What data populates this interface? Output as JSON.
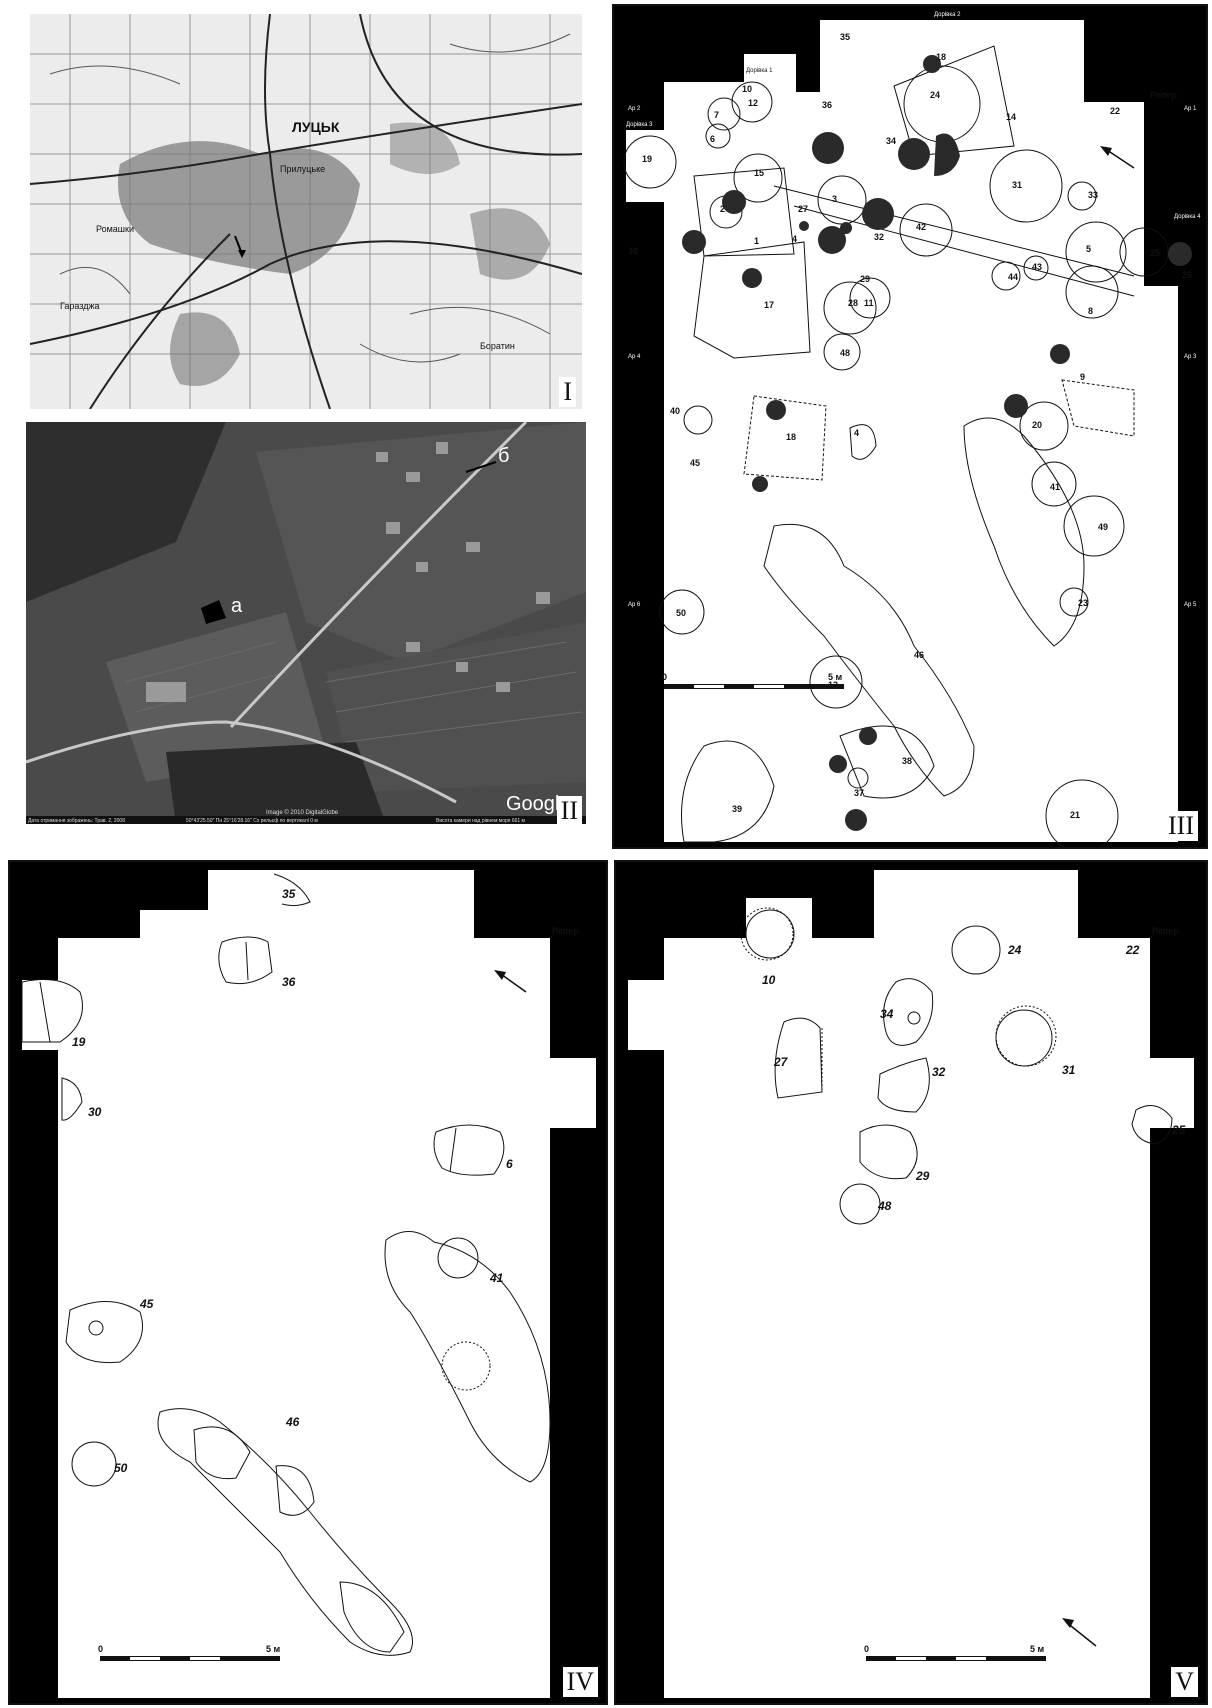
{
  "panels": {
    "p1": {
      "roman": "I",
      "place_label": "ЛУЦЬК",
      "labels": [
        "Ромашки",
        "Прилуцьке",
        "Гаразджа",
        "Боратин"
      ]
    },
    "p2": {
      "roman": "II",
      "label_a": "а",
      "label_b": "б",
      "brand": "Google",
      "footer_left": "Дата отримання зображень: Трав. 2, 2008",
      "footer_coords": "50°43'25.50\" Пн     25°16'28.16\" Сх     рельєф по вертикалі   0 м",
      "footer_right": "Висота камери над рівнем моря   661 м",
      "copyright": "Image © 2010 DigitalGlobe"
    },
    "p3": {
      "roman": "III",
      "scale_zero": "0",
      "scale_five": "5 м",
      "benchmark": "Репер",
      "edge_labels": {
        "top": "Дорівка 2",
        "d1": "Дорівка 1",
        "d3": "Дорівка 3",
        "d4": "Дорівка 4",
        "ar1": "Ар 1",
        "ar2": "Ар 2",
        "ar3": "Ар 3",
        "ar4": "Ар 4",
        "ar5": "Ар 5",
        "ar6": "Ар 6"
      },
      "features": [
        "35",
        "18",
        "36",
        "24",
        "14",
        "22",
        "34",
        "31",
        "33",
        "10",
        "12",
        "7",
        "6",
        "19",
        "15",
        "27",
        "3",
        "42",
        "2",
        "32",
        "5",
        "25",
        "26",
        "30",
        "1",
        "4",
        "43",
        "44",
        "17",
        "29",
        "28",
        "11",
        "8",
        "48",
        "9",
        "20",
        "40",
        "18",
        "45",
        "4",
        "41",
        "49",
        "23",
        "50",
        "46",
        "13",
        "38",
        "37",
        "39",
        "21"
      ]
    },
    "p4": {
      "roman": "IV",
      "scale_zero": "0",
      "scale_five": "5 м",
      "benchmark": "Репер",
      "features": [
        "35",
        "36",
        "19",
        "30",
        "6",
        "41",
        "45",
        "46",
        "50"
      ]
    },
    "p5": {
      "roman": "V",
      "scale_zero": "0",
      "scale_five": "5 м",
      "benchmark": "Репер",
      "features": [
        "10",
        "24",
        "22",
        "34",
        "27",
        "31",
        "32",
        "25",
        "29",
        "48"
      ]
    }
  }
}
